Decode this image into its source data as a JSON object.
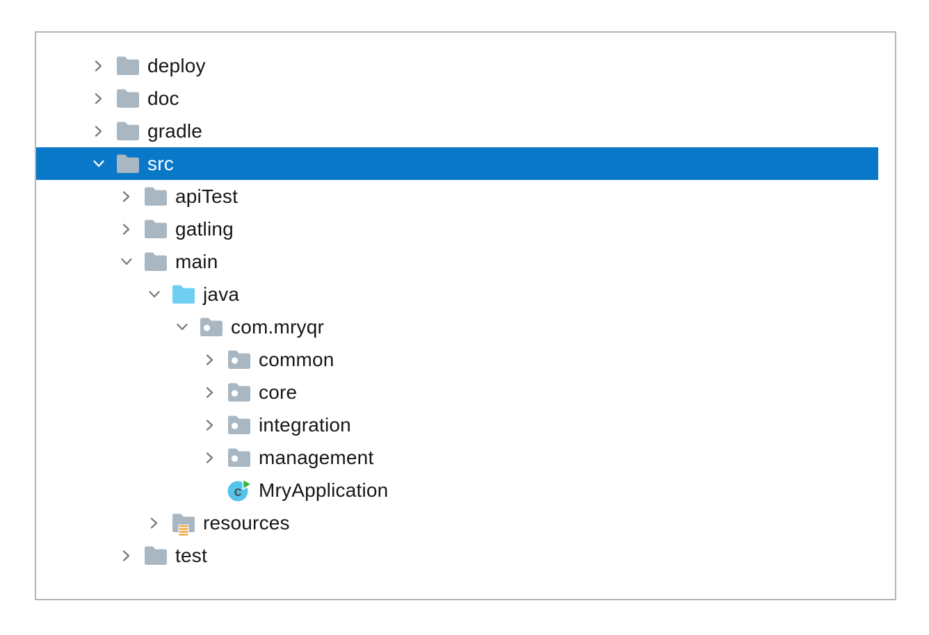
{
  "panel": {
    "type": "project-tree",
    "background": "#FFFFFF",
    "border_color": "#B4B4B4"
  },
  "colors": {
    "selection_background": "#0A78C8",
    "selection_text": "#FFFFFF",
    "folder_gray": "#A9B7C2",
    "source_folder_blue": "#6FCFF2",
    "resources_bars_amber": "#EDA63A",
    "class_icon_blue": "#55C4EA",
    "class_icon_letter": "#44525B",
    "run_triangle_green": "#35B435",
    "chevron_gray": "#7A7A7A",
    "text_color": "#161616",
    "panel_border": "#B4B4B4"
  },
  "tree": {
    "items": [
      {
        "label": "deploy",
        "level": 0,
        "state": "collapsed",
        "icon": "folder",
        "selected": false
      },
      {
        "label": "doc",
        "level": 0,
        "state": "collapsed",
        "icon": "folder",
        "selected": false
      },
      {
        "label": "gradle",
        "level": 0,
        "state": "collapsed",
        "icon": "folder",
        "selected": false
      },
      {
        "label": "src",
        "level": 0,
        "state": "expanded",
        "icon": "folder",
        "selected": true
      },
      {
        "label": "apiTest",
        "level": 1,
        "state": "collapsed",
        "icon": "folder",
        "selected": false
      },
      {
        "label": "gatling",
        "level": 1,
        "state": "collapsed",
        "icon": "folder",
        "selected": false
      },
      {
        "label": "main",
        "level": 1,
        "state": "expanded",
        "icon": "folder",
        "selected": false
      },
      {
        "label": "java",
        "level": 2,
        "state": "expanded",
        "icon": "folder-source",
        "selected": false
      },
      {
        "label": "com.mryqr",
        "level": 3,
        "state": "expanded",
        "icon": "package",
        "selected": false
      },
      {
        "label": "common",
        "level": 4,
        "state": "collapsed",
        "icon": "package",
        "selected": false
      },
      {
        "label": "core",
        "level": 4,
        "state": "collapsed",
        "icon": "package",
        "selected": false
      },
      {
        "label": "integration",
        "level": 4,
        "state": "collapsed",
        "icon": "package",
        "selected": false
      },
      {
        "label": "management",
        "level": 4,
        "state": "collapsed",
        "icon": "package",
        "selected": false
      },
      {
        "label": "MryApplication",
        "level": 4,
        "state": "leaf",
        "icon": "class-run",
        "selected": false
      },
      {
        "label": "resources",
        "level": 2,
        "state": "collapsed",
        "icon": "folder-resources",
        "selected": false
      },
      {
        "label": "test",
        "level": 1,
        "state": "collapsed",
        "icon": "folder",
        "selected": false
      }
    ]
  }
}
